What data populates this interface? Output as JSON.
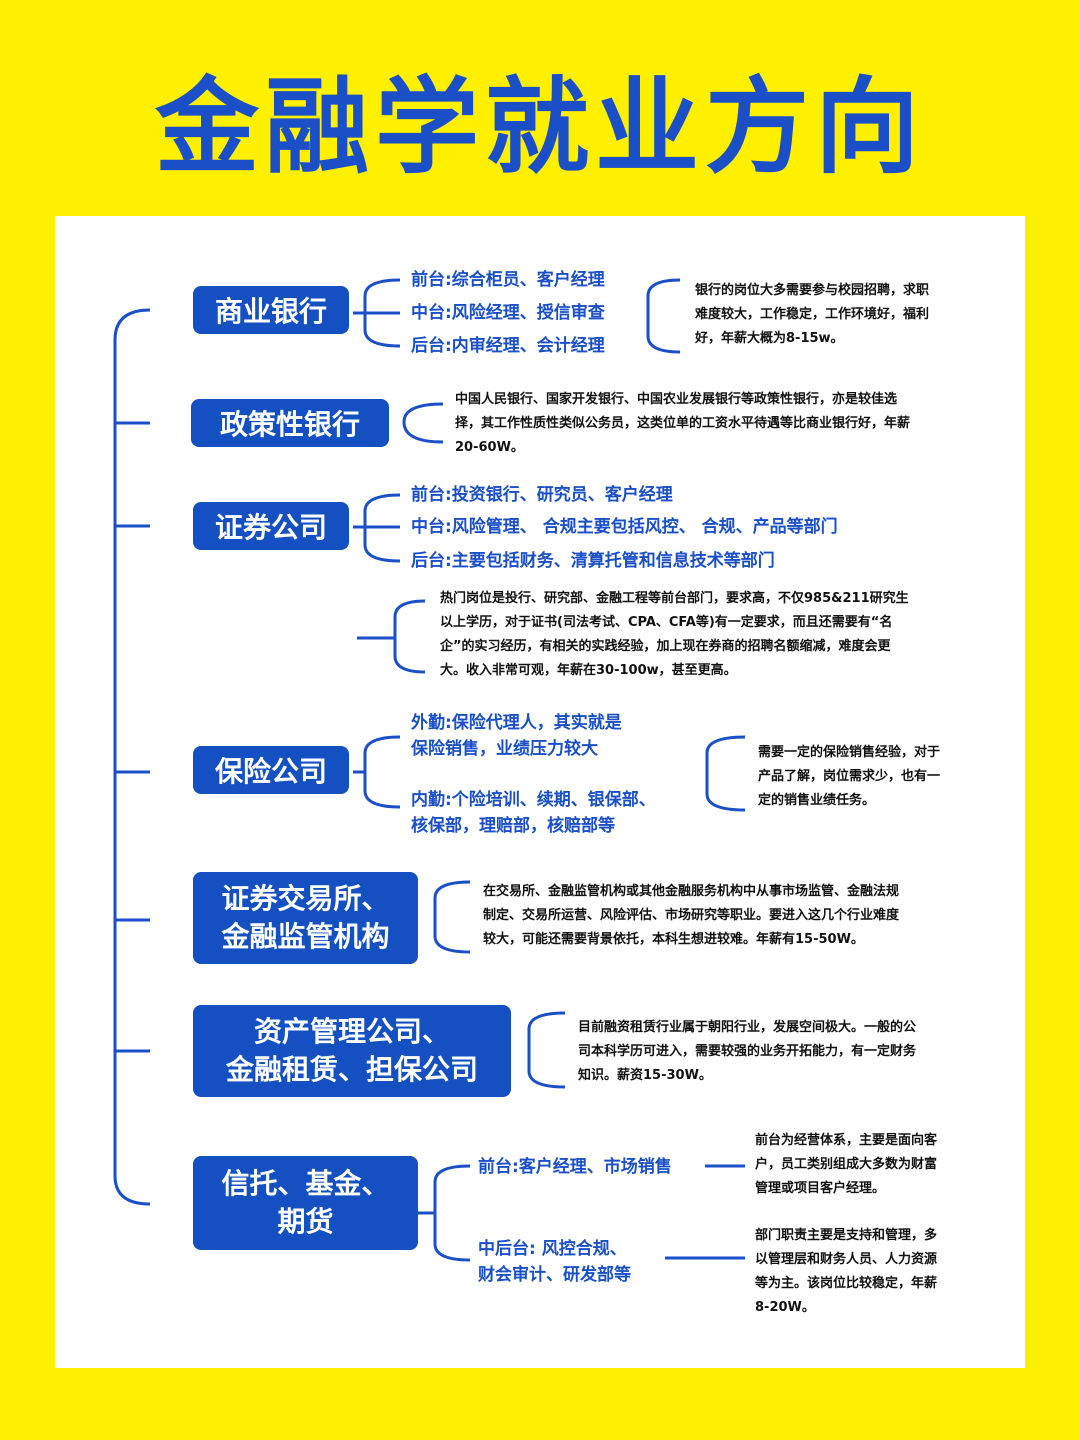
{
  "title": "金融学就业方向",
  "sections": [
    {
      "name": "商业银行",
      "roles": [
        "前台:综合柜员、客户经理",
        "中台:风险经理、授信审查",
        "后台:内审经理、会计经理"
      ],
      "note": "银行的岗位大多需要参与校园招聘，求职\n难度较大，工作稳定，工作环境好，福利\n好，年薪大概为8-15w。"
    },
    {
      "name": "政策性银行",
      "note": "中国人民银行、国家开发银行、中国农业发展银行等政策性银行，亦是较佳选\n择，其工作性质性类似公务员，这类位单的工资水平待遇等比商业银行好，年薪\n20-60W。"
    },
    {
      "name": "证券公司",
      "roles": [
        "前台:投资银行、研究员、客户经理",
        "中台:风险管理、 合规主要包括风控、 合规、产品等部门",
        "后台:主要包括财务、清算托管和信息技术等部门"
      ],
      "note": "热门岗位是投行、研究部、金融工程等前台部门，要求高，不仅985&211研究生\n以上学历，对于证书(司法考试、CPA、CFA等)有一定要求，而且还需要有“名\n企”的实习经历，有相关的实践经验，加上现在券商的招聘名额缩减，难度会更\n大。收入非常可观，年薪在30-100w，甚至更高。"
    },
    {
      "name": "保险公司",
      "roles": [
        "外勤:保险代理人，其实就是\n保险销售，业绩压力较大",
        "内勤:个险培训、续期、银保部、\n核保部，理赔部，核赔部等"
      ],
      "note": "需要一定的保险销售经验，对于\n产品了解，岗位需求少，也有一\n定的销售业绩任务。"
    },
    {
      "name": "证券交易所、\n金融监管机构",
      "note": "在交易所、金融监管机构或其他金融服务机构中从事市场监管、金融法规\n制定、交易所运营、风险评估、市场研究等职业。要进入这几个行业难度\n较大，可能还需要背景依托，本科生想进较难。年薪有15-50W。"
    },
    {
      "name": "资产管理公司、\n金融租赁、担保公司",
      "note": "目前融资租赁行业属于朝阳行业，发展空间极大。一般的公\n司本科学历可进入，需要较强的业务开拓能力，有一定财务\n知识。薪资15-30W。"
    },
    {
      "name": "信托、基金、\n期货",
      "roles": [
        "前台:客户经理、市场销售",
        "中后台: 风控合规、\n财会审计、研发部等"
      ],
      "notes": [
        "前台为经营体系，主要是面向客\n户，员工类别组成大多数为财富\n管理或项目客户经理。",
        "部门职责主要是支持和管理，多\n以管理层和财务人员、人力资源\n等为主。该岗位比较稳定，年薪\n8-20W。"
      ]
    }
  ]
}
